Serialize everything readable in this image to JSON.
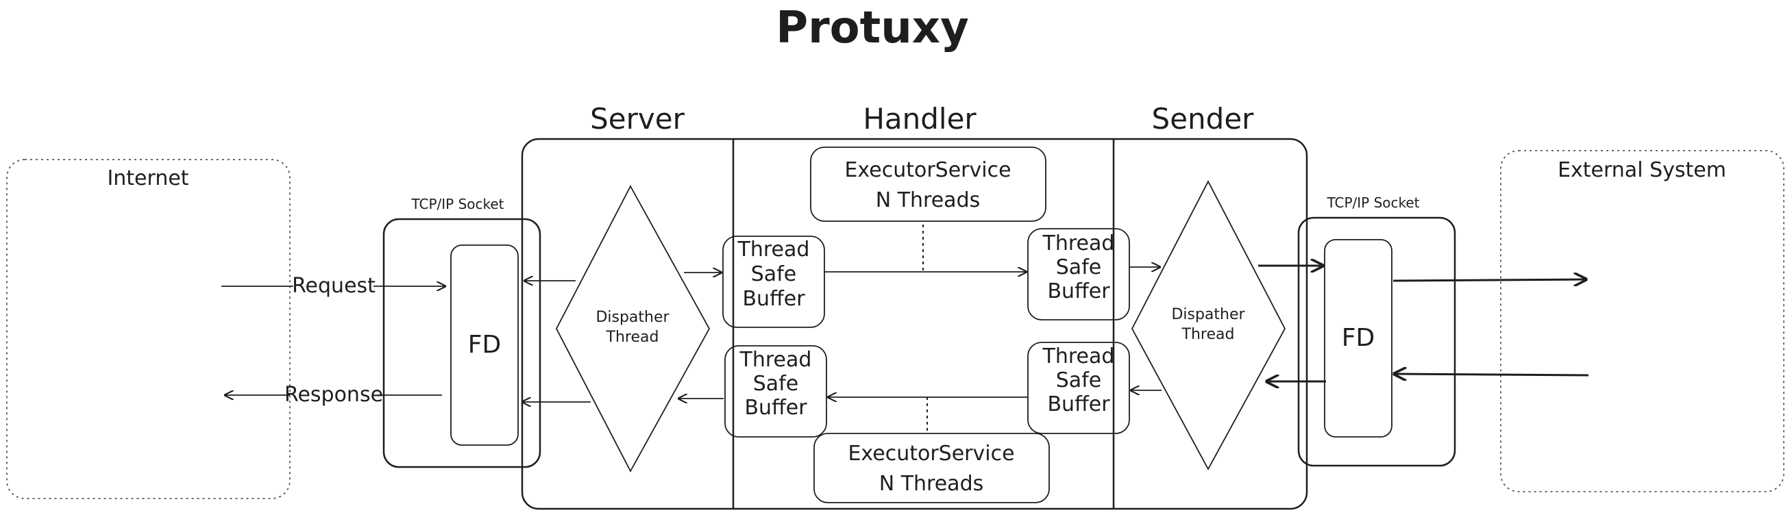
{
  "title": "Protuxy",
  "sections": {
    "server": "Server",
    "handler": "Handler",
    "sender": "Sender"
  },
  "internet": {
    "label": "Internet",
    "request": "Request",
    "response": "Response"
  },
  "external": {
    "label": "External System"
  },
  "socket_left": {
    "caption": "TCP/IP Socket",
    "fd": "FD"
  },
  "socket_right": {
    "caption": "TCP/IP Socket",
    "fd": "FD"
  },
  "dispatcher": {
    "line1": "Dispather",
    "line2": "Thread"
  },
  "buffer": {
    "line1": "Thread",
    "line2": "Safe",
    "line3": "Buffer"
  },
  "executor": {
    "line1": "ExecutorService",
    "line2": "N Threads"
  }
}
